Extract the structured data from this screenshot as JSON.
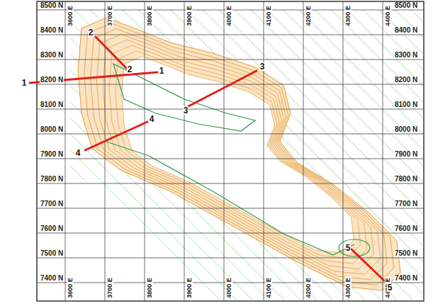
{
  "diagram": {
    "labels": [
      "8500 N",
      "8400 N",
      "8300 N",
      "8200 N",
      "8100 N",
      "8000 N",
      "7900 N",
      "7800 N",
      "7700 N",
      "7600 N",
      "7500 N",
      "7400 N",
      "8500 N",
      "8400 N",
      "8300 N",
      "8200 N",
      "8100 N",
      "8000 N",
      "7900 N",
      "7800 N",
      "7700 N",
      "7600 N",
      "7500 N",
      "7400 N",
      "3600 E",
      "3700 E",
      "3800 E",
      "3900 E",
      "4000 E",
      "4100 E",
      "4200 E",
      "4300 E",
      "4400 E",
      "3600 E",
      "3700 E",
      "3800 E",
      "3900 E",
      "4000 E",
      "4100 E",
      "4200 E",
      "4300 E",
      "4400 E",
      "1",
      "1",
      "2",
      "2",
      "3",
      "3",
      "4",
      "4",
      "5",
      "5"
    ]
  }
}
